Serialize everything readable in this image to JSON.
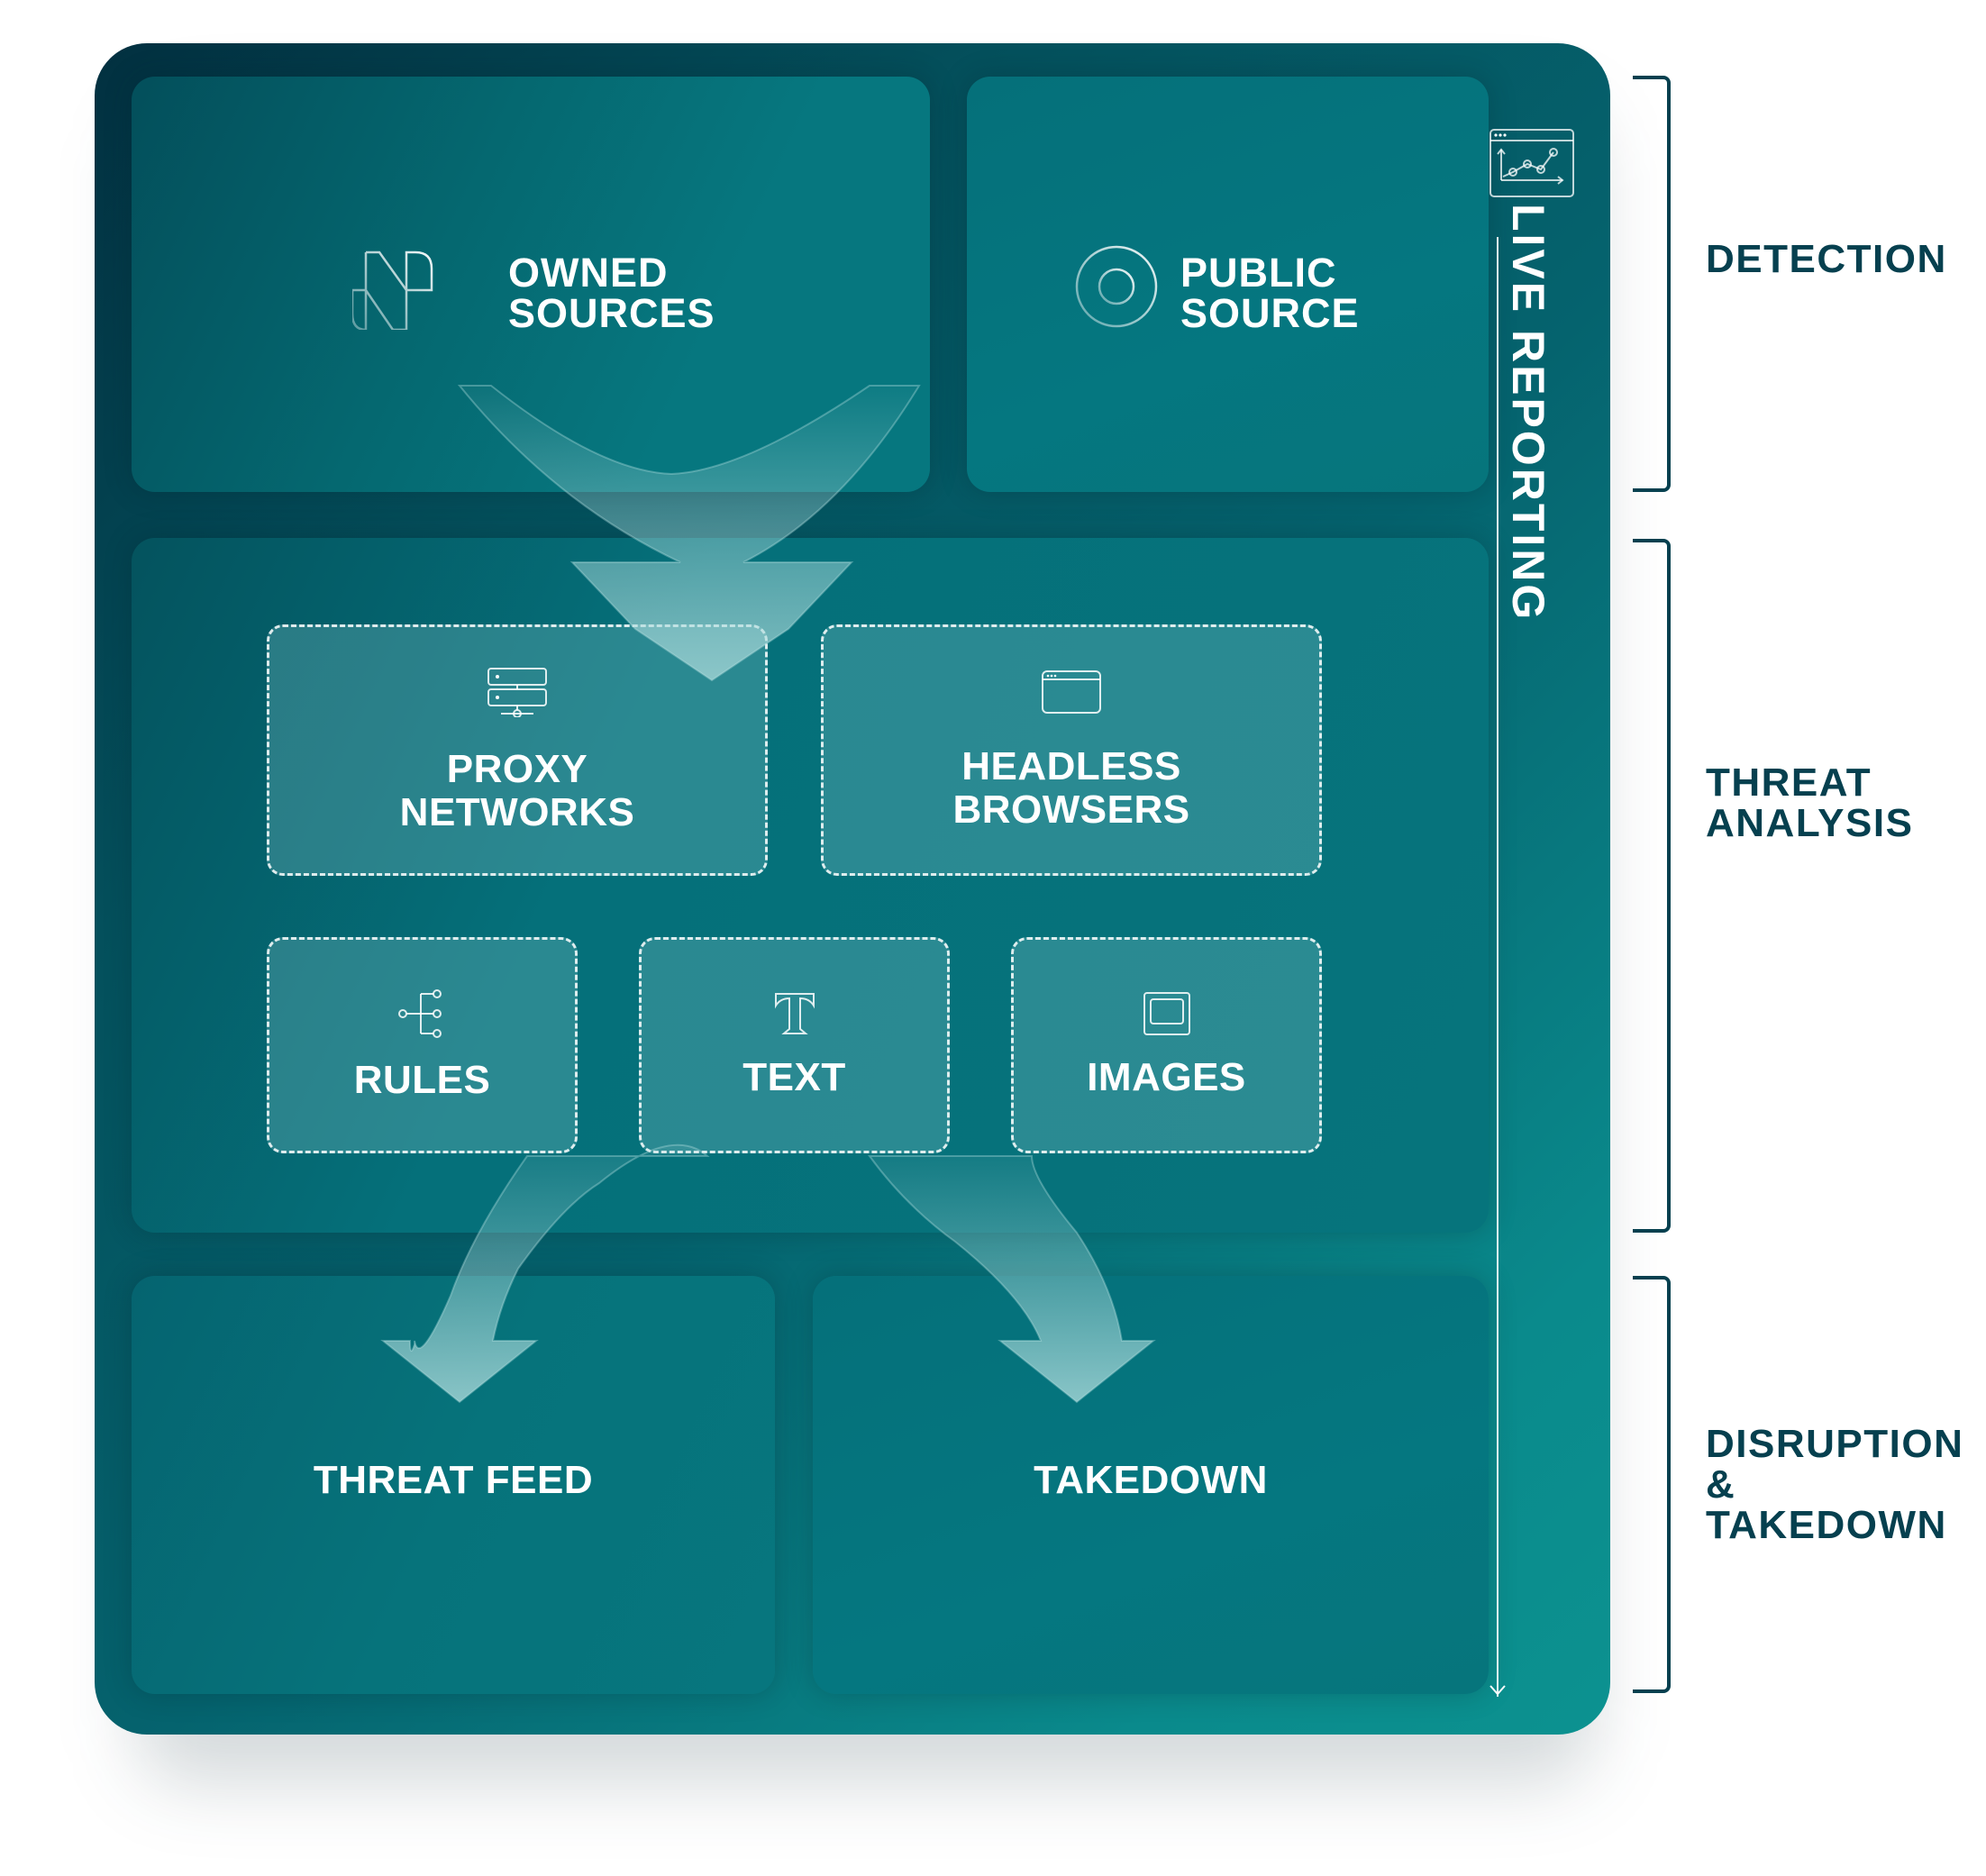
{
  "diagram": {
    "stages": {
      "detection": {
        "sources": [
          {
            "label_line1": "OWNED",
            "label_line2": "SOURCES",
            "icon": "owned-sources-logo-icon"
          },
          {
            "label_line1": "PUBLIC",
            "label_line2": "SOURCE",
            "icon": "target-circle-icon"
          }
        ]
      },
      "threat_analysis": {
        "methods_row1": [
          {
            "label_line1": "PROXY",
            "label_line2": "NETWORKS",
            "icon": "server-network-icon"
          },
          {
            "label_line1": "HEADLESS",
            "label_line2": "BROWSERS",
            "icon": "browser-window-icon"
          }
        ],
        "methods_row2": [
          {
            "label": "RULES",
            "icon": "branch-rules-icon"
          },
          {
            "label": "TEXT",
            "icon": "text-t-icon"
          },
          {
            "label": "IMAGES",
            "icon": "image-frame-icon"
          }
        ]
      },
      "disruption": {
        "outputs": [
          {
            "label": "THREAT FEED"
          },
          {
            "label": "TAKEDOWN"
          }
        ]
      }
    },
    "live_reporting": {
      "label": "LIVE REPORTING",
      "icon": "chart-dashboard-icon"
    },
    "phases": [
      {
        "line1": "DETECTION",
        "line2": ""
      },
      {
        "line1": "THREAT",
        "line2": "ANALYSIS"
      },
      {
        "line1": "DISRUPTION",
        "line2": "& TAKEDOWN"
      }
    ],
    "colors": {
      "panel_dark": "#023040",
      "panel_teal": "#0c9290",
      "phase_text": "#06404f",
      "label_text": "#ffffff"
    }
  }
}
